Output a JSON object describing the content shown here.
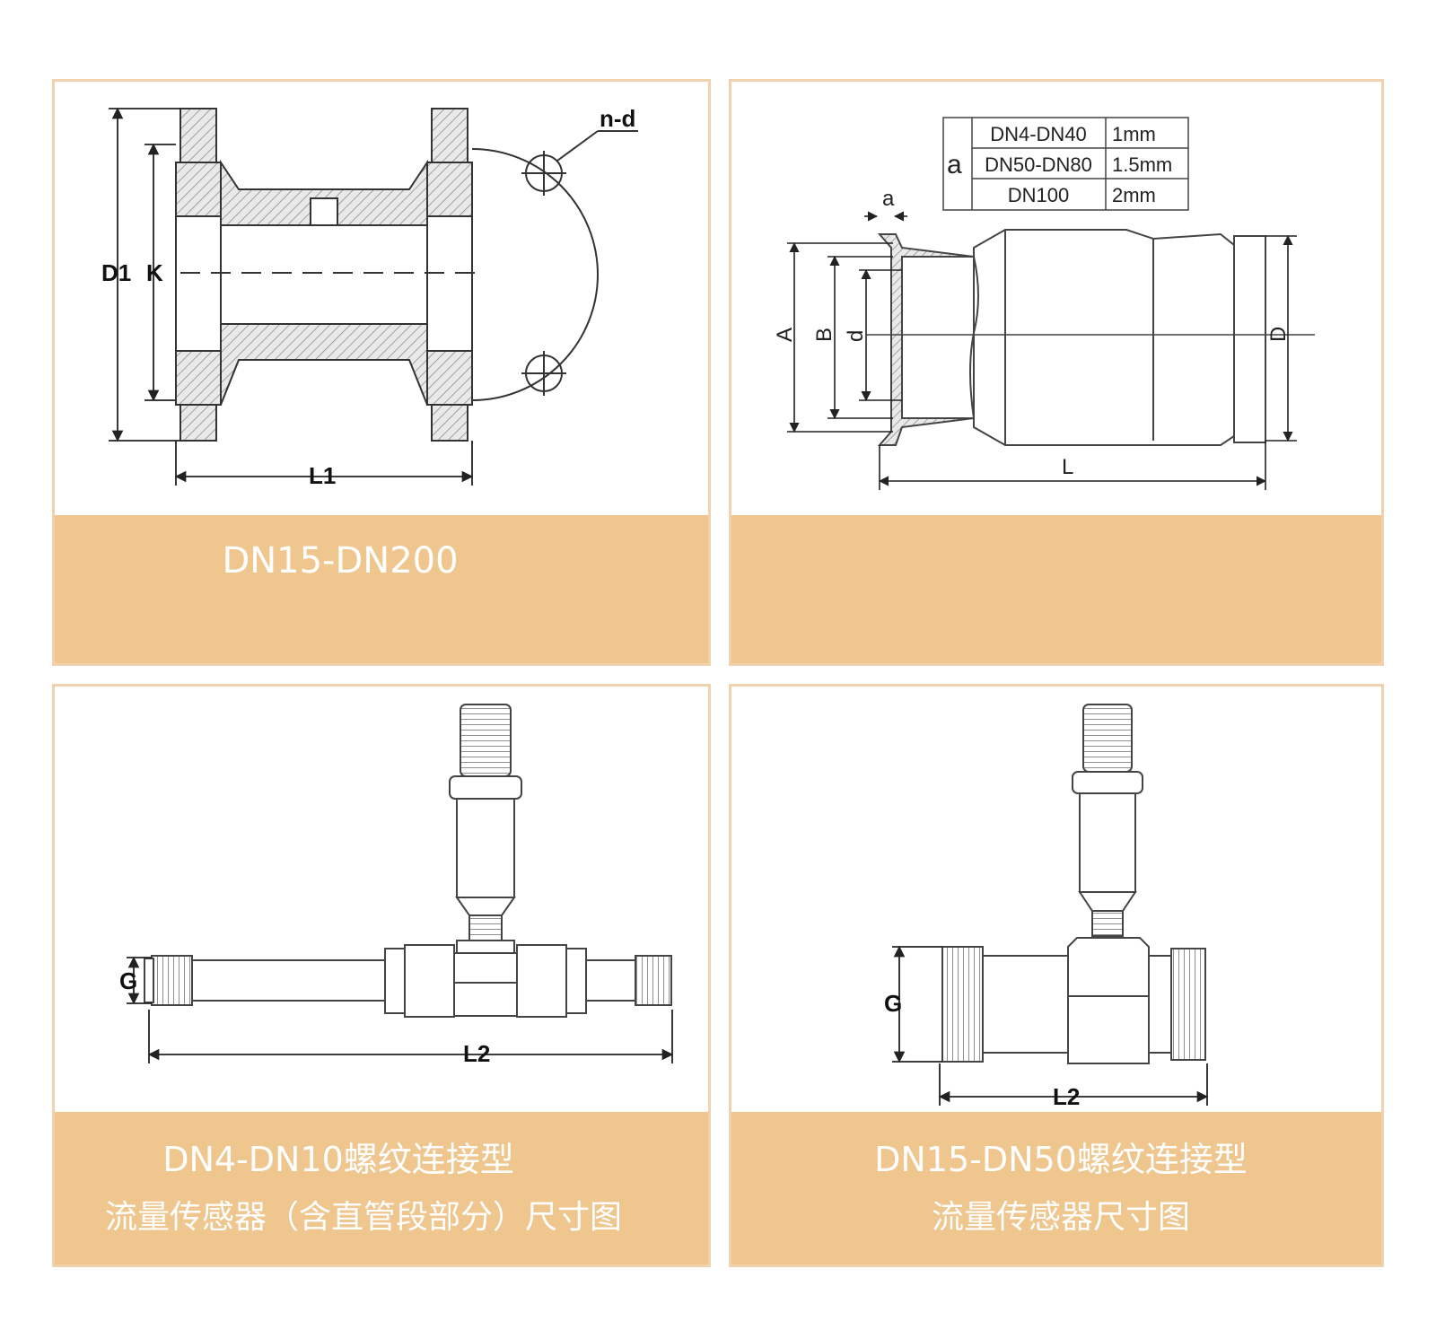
{
  "panels": [
    {
      "caption": [
        "DN15-DN200"
      ],
      "labels": {
        "d1": "D1",
        "k": "K",
        "nd": "n-d",
        "l1": "L1"
      }
    },
    {
      "caption": [],
      "labels": {
        "a_top": "a",
        "A": "A",
        "B": "B",
        "d": "d",
        "D": "D",
        "L": "L"
      },
      "table": {
        "row_label": "a",
        "rows": [
          {
            "range": "DN4-DN40",
            "value": "1mm"
          },
          {
            "range": "DN50-DN80",
            "value": "1.5mm"
          },
          {
            "range": "DN100",
            "value": "2mm"
          }
        ]
      }
    },
    {
      "caption": [
        "DN4-DN10螺纹连接型",
        "流量传感器（含直管段部分）尺寸图"
      ],
      "labels": {
        "g": "G",
        "l2": "L2"
      }
    },
    {
      "caption": [
        "DN15-DN50螺纹连接型",
        "流量传感器尺寸图"
      ],
      "labels": {
        "g": "G",
        "l2": "L2"
      }
    }
  ],
  "colors": {
    "border": "#f0d3ae",
    "caption_bg": "#efc68e",
    "caption_text": "#ffffff",
    "line": "#333333"
  }
}
